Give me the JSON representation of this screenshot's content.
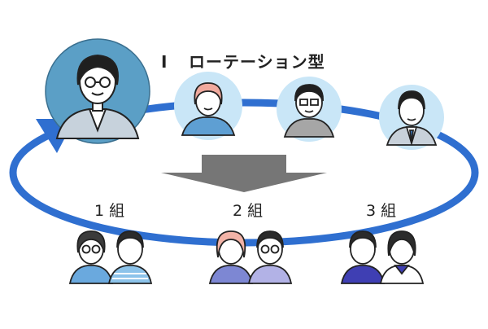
{
  "diagram": {
    "title_number": "I",
    "title_text": "ローテーション型",
    "colors": {
      "cycle_arrow": "#2f6fd0",
      "teacher_main_bg": "#5b9fc6",
      "teacher_bg": "#c9e6f7",
      "center_arrow": "#767676"
    },
    "teachers": [
      {
        "role": "current-teacher",
        "icon": "woman-glasses-suit"
      },
      {
        "role": "teacher",
        "icon": "older-woman"
      },
      {
        "role": "teacher",
        "icon": "man-glasses-shirt"
      },
      {
        "role": "teacher",
        "icon": "man-suit-tie"
      }
    ],
    "groups": [
      {
        "label": "1 組",
        "students": [
          {
            "icon": "girl-glasses",
            "shirt": "#6aa9de"
          },
          {
            "icon": "boy-striped",
            "shirt": "#8cc3ea"
          }
        ]
      },
      {
        "label": "2 組",
        "students": [
          {
            "icon": "girl",
            "shirt": "#7d87d3"
          },
          {
            "icon": "boy-glasses",
            "shirt": "#b2b2e6"
          }
        ]
      },
      {
        "label": "3 組",
        "students": [
          {
            "icon": "boy",
            "shirt": "#3f3fb3"
          },
          {
            "icon": "girl-sailor",
            "shirt": "#ffffff"
          }
        ]
      }
    ]
  }
}
